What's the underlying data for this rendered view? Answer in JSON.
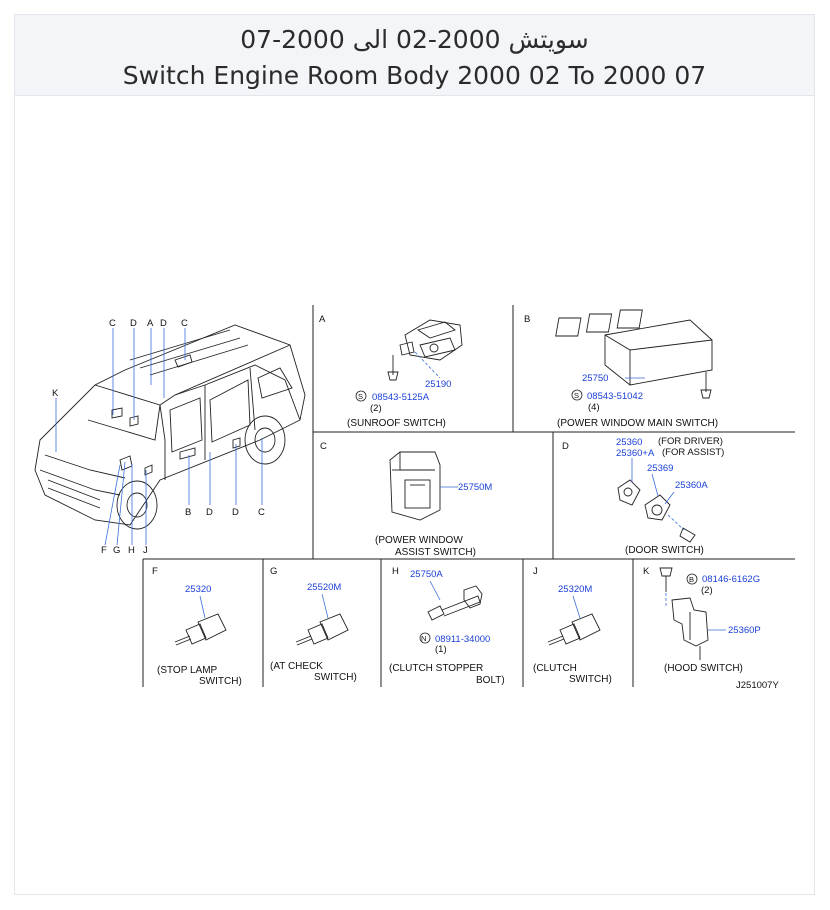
{
  "header": {
    "title_ar": "سويتش 2000-02 الى 2000-07",
    "title_en": "Switch Engine Room Body 2000 02 To 2000 07"
  },
  "diagram": {
    "vehicle_callouts": {
      "top": [
        "C",
        "D",
        "A",
        "D",
        "C"
      ],
      "left": "K",
      "bottom_left": [
        "F",
        "G",
        "H",
        "J"
      ],
      "bottom_right": [
        "B",
        "D",
        "D",
        "C"
      ]
    },
    "sections": {
      "A": {
        "letter": "A",
        "part": "25190",
        "screw": "08543-5125A",
        "screw_prefix": "S",
        "qty": "(2)",
        "caption": "(SUNROOF  SWITCH)"
      },
      "B": {
        "letter": "B",
        "part": "25750",
        "screw": "08543-51042",
        "screw_prefix": "S",
        "qty": "(4)",
        "caption": "(POWER  WINDOW         MAIN  SWITCH)"
      },
      "C": {
        "letter": "C",
        "part": "25750M",
        "caption1": "(POWER  WINDOW",
        "caption2": "ASSIST  SWITCH)"
      },
      "D": {
        "letter": "D",
        "part1": "25360",
        "part1_note": "(FOR  DRIVER)",
        "part2": "25360+A",
        "part2_note": "(FOR  ASSIST)",
        "part3": "25369",
        "part4": "25360A",
        "caption": "(DOOR  SWITCH)"
      },
      "F": {
        "letter": "F",
        "part": "25320",
        "caption1": "(STOP   LAMP",
        "caption2": "SWITCH)"
      },
      "G": {
        "letter": "G",
        "part": "25520M",
        "caption1": "(AT   CHECK",
        "caption2": "SWITCH)"
      },
      "H": {
        "letter": "H",
        "part": "25750A",
        "nut": "08911-34000",
        "nut_prefix": "N",
        "qty": "(1)",
        "caption1": "(CLUTCH   STOPPER",
        "caption2": "BOLT)"
      },
      "J": {
        "letter": "J",
        "part": "25320M",
        "caption1": "(CLUTCH",
        "caption2": "SWITCH)"
      },
      "K": {
        "letter": "K",
        "bolt": "08146-6162G",
        "bolt_prefix": "B",
        "qty": "(2)",
        "part": "25360P",
        "caption": "(HOOD  SWITCH)"
      }
    },
    "figure_code": "J251007Y"
  }
}
